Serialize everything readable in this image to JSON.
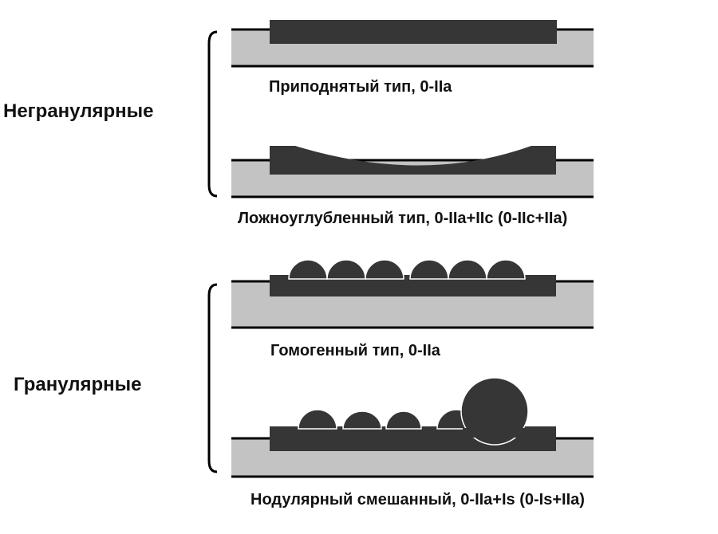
{
  "groups": {
    "non_granular": {
      "label": "Негранулярные"
    },
    "granular": {
      "label": "Гранулярные"
    }
  },
  "panels": [
    {
      "id": "elevated",
      "caption": "Приподнятый тип, 0-IIa"
    },
    {
      "id": "pseudo_depressed",
      "caption": "Ложноуглубленный тип, 0-IIa+IIc (0-IIc+IIa)"
    },
    {
      "id": "homogeneous",
      "caption": "Гомогенный тип, 0-IIa"
    },
    {
      "id": "nodular_mixed",
      "caption": "Нодулярный смешанный, 0-IIa+Is (0-Is+IIa)"
    }
  ],
  "colors": {
    "tissue_fill": "#c3c3c3",
    "lesion_fill": "#363636",
    "line": "#000000"
  }
}
